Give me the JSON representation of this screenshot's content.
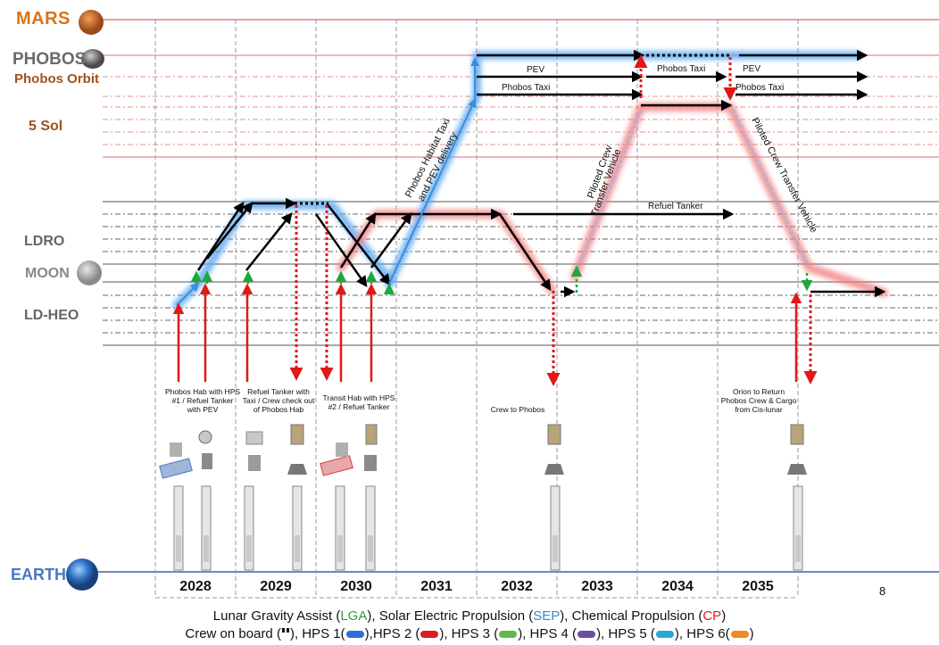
{
  "locations": {
    "mars": "MARS",
    "phobos": "PHOBOS",
    "phobos_orbit": "Phobos Orbit",
    "sol5": "5 Sol",
    "ldro": "LDRO",
    "moon": "MOON",
    "ldheo": "LD-HEO",
    "earth": "EARTH"
  },
  "years": [
    "2028",
    "2029",
    "2030",
    "2031",
    "2032",
    "2033",
    "2034",
    "2035"
  ],
  "page_number": "8",
  "missions": {
    "m1": [
      "Phobos Hab with HPS",
      "#1 / Refuel Tanker",
      "with PEV"
    ],
    "m2": [
      "Refuel Tanker with",
      "Taxi / Crew check out",
      "of Phobos Hab"
    ],
    "m3": [
      "Transit Hab with HPS",
      "#2 / Refuel Tanker"
    ],
    "m4": [
      "Crew to Phobos"
    ],
    "m5": [
      "Orion to Return",
      "Phobos Crew & Cargo",
      "from Cis-lunar"
    ]
  },
  "routes": {
    "pev1": "PEV",
    "taxi1": "Phobos Taxi",
    "taxi2": "Phobos Taxi",
    "pev2": "PEV",
    "taxi3": "Phobos Taxi",
    "refuel_tanker": "Refuel Tanker",
    "hab_taxi": "Phobos Habitat Taxi",
    "pev_delivery": "and PEV delivery",
    "piloted1": "Piloted Crew",
    "piloted1b": "Transfer Vehicle",
    "piloted2": "Piloted  Crew Transfer Vehicle"
  },
  "legend": {
    "line1_prefix": "Lunar Gravity Assist (",
    "lga": "LGA",
    "line1_mid1": "), Solar Electric Propulsion (",
    "sep": "SEP",
    "line1_mid2": "), Chemical Propulsion (",
    "cp": "CP",
    "line1_end": ")",
    "crew": "Crew on board (",
    "crew_end": "),",
    "hps1": "HPS 1(",
    "hps2": "),HPS 2 (",
    "hps3": "), HPS 3 (",
    "hps4": "), HPS 4 (",
    "hps5": "), HPS 5 (",
    "hps6": "), HPS 6(",
    "end": ")"
  },
  "colors": {
    "lga": "#2e9c3a",
    "sep": "#2a8fd0",
    "cp": "#d81f1f",
    "hps1": "#2a6fd6",
    "hps2": "#d81f1f",
    "hps3": "#62b84a",
    "hps4": "#6b4fa0",
    "hps5": "#29a8d8",
    "hps6": "#f08a1c"
  }
}
